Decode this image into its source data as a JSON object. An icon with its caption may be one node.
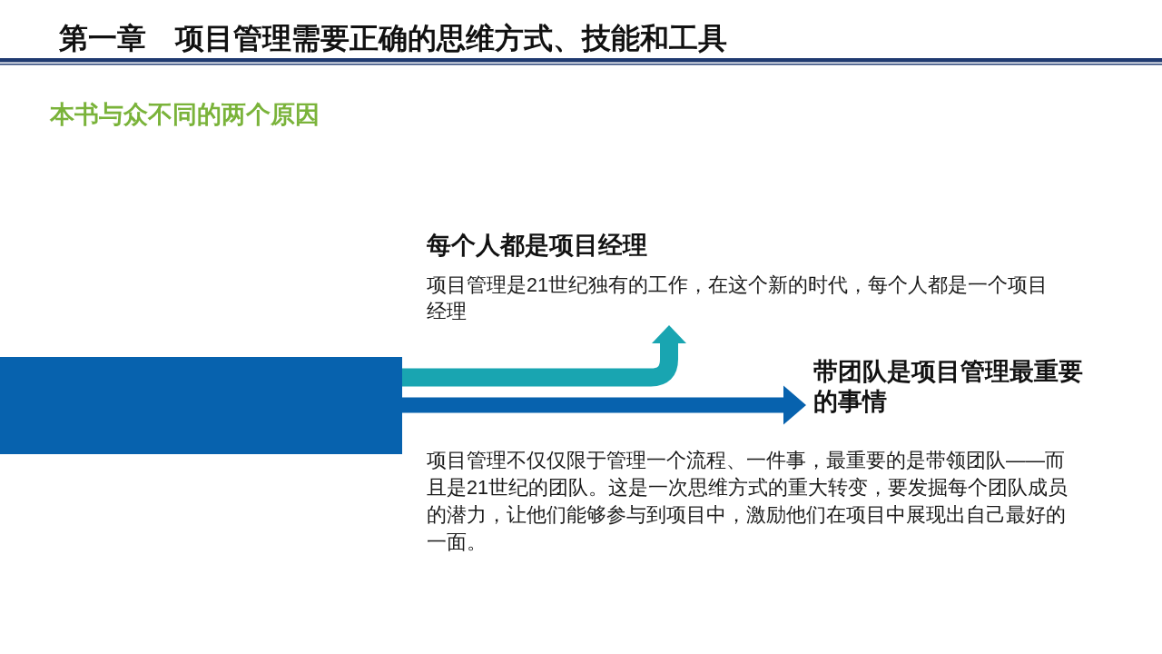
{
  "diagram": {
    "title": "第一章　项目管理需要正确的思维方式、技能和工具",
    "nodes": [
      {
        "text": [],
        "shape": "bar"
      },
      {
        "text": [
          "每个人都是项目经理",
          "项目管理是21世纪独有的工作，在这个新的时代，每个人都是一个项目经理"
        ]
      },
      {
        "text": [
          "带团队是项目管理最重要的事情"
        ],
        "beside": [
          "项目管理不仅仅限于管理一个流程、一件事，最重要的是带领团队——而且是21世纪的团队。这是一次思维方式的重大转变，要发掘每个团队成员的潜力，让他们能够参与到项目中，激励他们在项目中展现出自己最好的一面。"
        ]
      }
    ],
    "edges": [
      {
        "from": 0,
        "to": 1,
        "arrow": "to",
        "color": "#19a5b1"
      },
      {
        "from": 0,
        "to": 2,
        "arrow": "to",
        "color": "#0762ae"
      }
    ],
    "labels": [
      "本书与众不同的两个原因"
    ]
  }
}
